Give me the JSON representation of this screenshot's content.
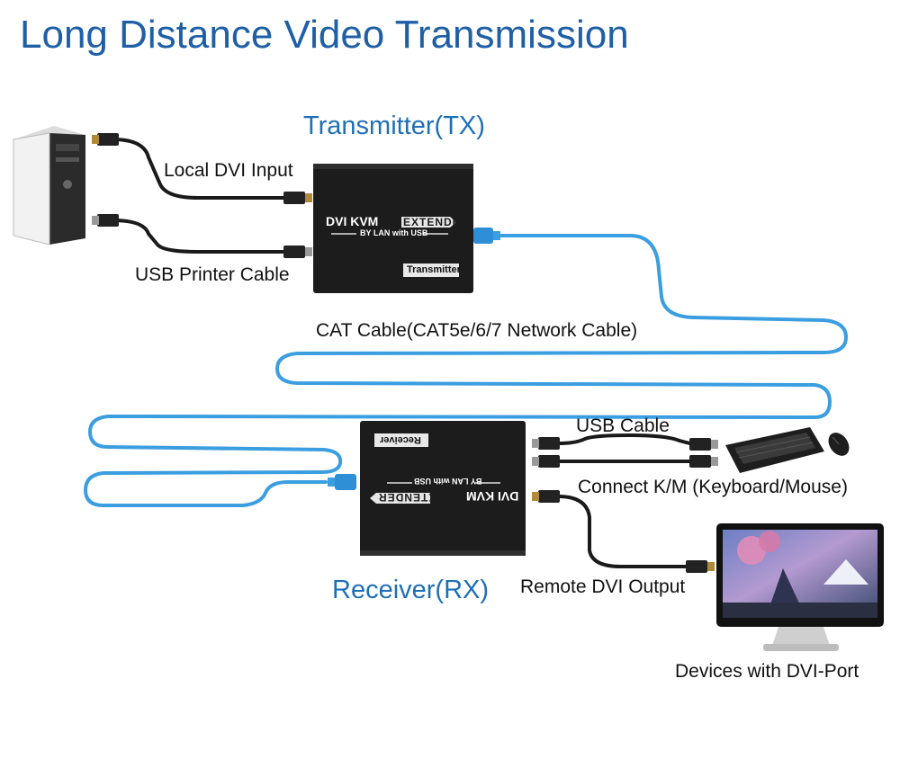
{
  "title": "Long Distance Video Transmission",
  "transmitter": {
    "heading": "Transmitter(TX)",
    "box_line1": "DVI KVM",
    "box_line1b": "EXTENDER",
    "box_line2": "BY LAN with USB",
    "tag": "Transmitter"
  },
  "receiver": {
    "heading": "Receiver(RX)",
    "box_line1": "DVI KVM",
    "box_line1b": "EXTENDER",
    "box_line2": "BY LAN with USB",
    "tag": "Receiver"
  },
  "labels": {
    "local_dvi_input": "Local DVI Input",
    "usb_printer_cable": "USB Printer Cable",
    "cat_cable": "CAT Cable(CAT5e/6/7 Network Cable)",
    "usb_cable": "USB Cable",
    "connect_km": "Connect K/M (Keyboard/Mouse)",
    "remote_dvi_output": "Remote DVI Output",
    "devices_dvi_port": "Devices with DVI-Port"
  },
  "colors": {
    "title": "#1f5fa6",
    "heading": "#1f6fb8",
    "network_cable": "#3b9ee0",
    "device_box": "#1c1c1c"
  }
}
